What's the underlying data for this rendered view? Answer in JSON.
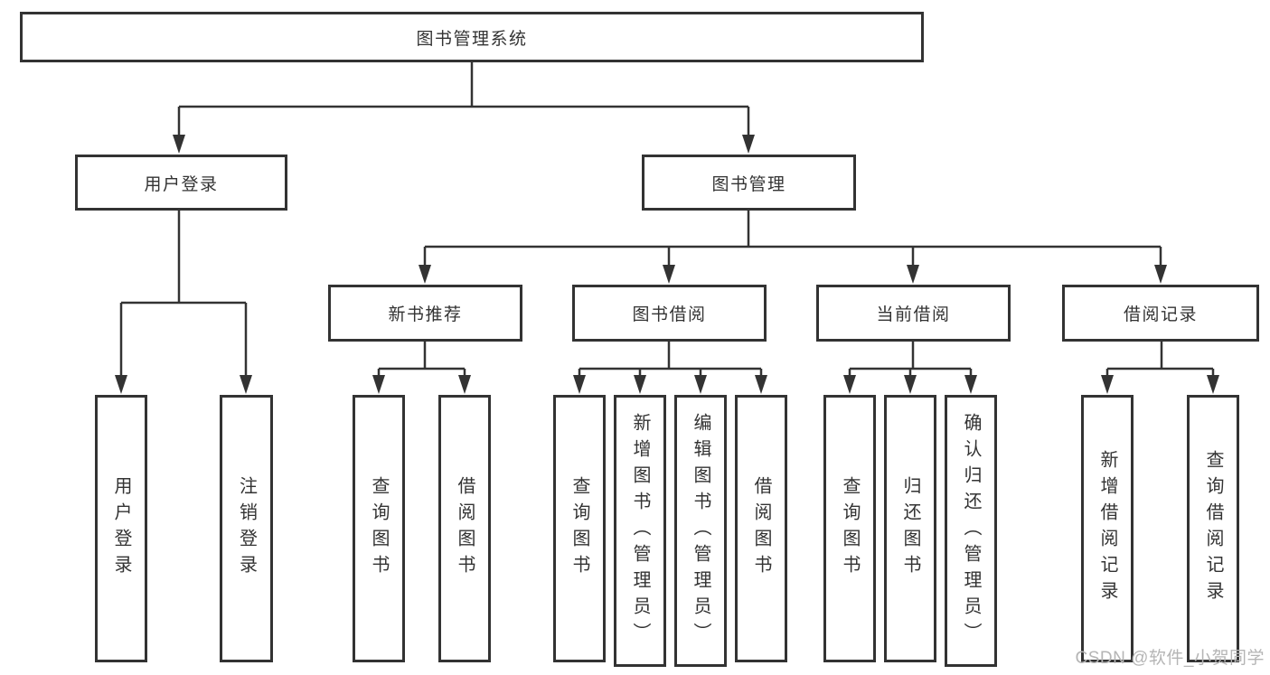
{
  "diagram_type": "hierarchy-tree",
  "colors": {
    "box_border": "#333333",
    "connector_line": "#333333",
    "text": "#333333",
    "watermark": "#b5b5b5",
    "background": "#ffffff"
  },
  "tree": {
    "label": "图书管理系统",
    "children": [
      {
        "label": "用户登录",
        "children": [
          {
            "label": "用户登录"
          },
          {
            "label": "注销登录"
          }
        ]
      },
      {
        "label": "图书管理",
        "children": [
          {
            "label": "新书推荐",
            "children": [
              {
                "label": "查询图书"
              },
              {
                "label": "借阅图书"
              }
            ]
          },
          {
            "label": "图书借阅",
            "children": [
              {
                "label": "查询图书"
              },
              {
                "label": "新增图书（管理员）"
              },
              {
                "label": "编辑图书（管理员）"
              },
              {
                "label": "借阅图书"
              }
            ]
          },
          {
            "label": "当前借阅",
            "children": [
              {
                "label": "查询图书"
              },
              {
                "label": "归还图书"
              },
              {
                "label": "确认归还（管理员）"
              }
            ]
          },
          {
            "label": "借阅记录",
            "children": [
              {
                "label": "新增借阅记录"
              },
              {
                "label": "查询借阅记录"
              }
            ]
          }
        ]
      }
    ]
  },
  "watermark": {
    "text": "CSDN @软件_小贺同学"
  }
}
